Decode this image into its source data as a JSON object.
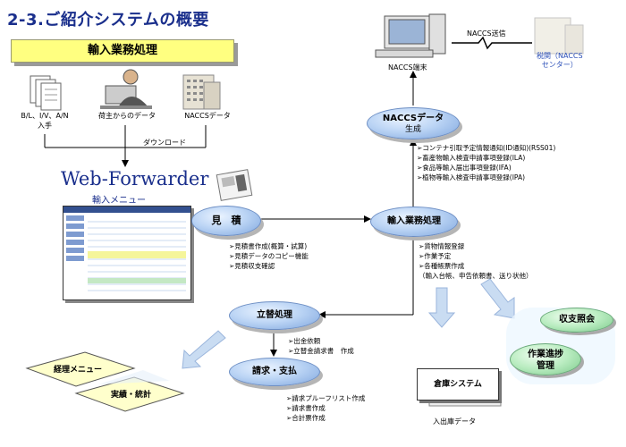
{
  "title": "2-3.ご紹介システムの概要",
  "import_header": "輸入業務処理",
  "sources": [
    {
      "label_line1": "B/L、I/V、A/N",
      "label_line2": "入手",
      "icon": "document-stack-icon"
    },
    {
      "label_line1": "荷主からのデータ",
      "label_line2": "",
      "icon": "person-at-computer-icon"
    },
    {
      "label_line1": "NACCSデータ",
      "label_line2": "",
      "icon": "office-building-icon"
    }
  ],
  "download_label": "ダウンロード",
  "web_forwarder": {
    "title": "Web-Forwarder",
    "subtitle": "輸入メニュー"
  },
  "naccs_terminal": "NACCS端末",
  "naccs_send": "NACCS送信",
  "customs": {
    "line1": "税関（NACCS",
    "line2": "センター）"
  },
  "naccs_data_gen": {
    "line1": "NACCSデータ",
    "line2": "生成"
  },
  "naccs_items": [
    "コンテナ引取予定情報通知(ID通知)(RSS01)",
    "畜産物輸入検査申請事項登録(ILA)",
    "食品等輸入届出事項登録(IFA)",
    "植物等輸入検査申請事項登録(IPA)"
  ],
  "estimate": {
    "label": "見　積",
    "items": [
      "見積書作成(概算・試算)",
      "見積データのコピー機能",
      "見積収支確認"
    ]
  },
  "import_process": {
    "label": "輸入業務処理",
    "items": [
      "貨物情報登録",
      "作業予定",
      "各種帳票作成",
      "（輸入台帳、申告依頼書、送り状他）"
    ]
  },
  "advance": {
    "label": "立替処理",
    "items": [
      "出金依頼",
      "立替金請求書　作成"
    ]
  },
  "billing": {
    "label": "請求・支払",
    "items": [
      "請求プルーフリスト作成",
      "請求書作成",
      "合計票作成"
    ]
  },
  "accounting_menu": "経理メニュー",
  "results_stats": "実績・統計",
  "warehouse_system": "倉庫システム",
  "warehouse_data": "入出庫データ",
  "income_check": "収支照会",
  "work_progress": {
    "line1": "作業進捗",
    "line2": "管理"
  },
  "colors": {
    "title": "#1a2f8c",
    "header_bg": "#ffff80",
    "ellipse": "#a9c5ef",
    "green": "#a6e2b0",
    "arrow_light": "#c9dcf2"
  }
}
